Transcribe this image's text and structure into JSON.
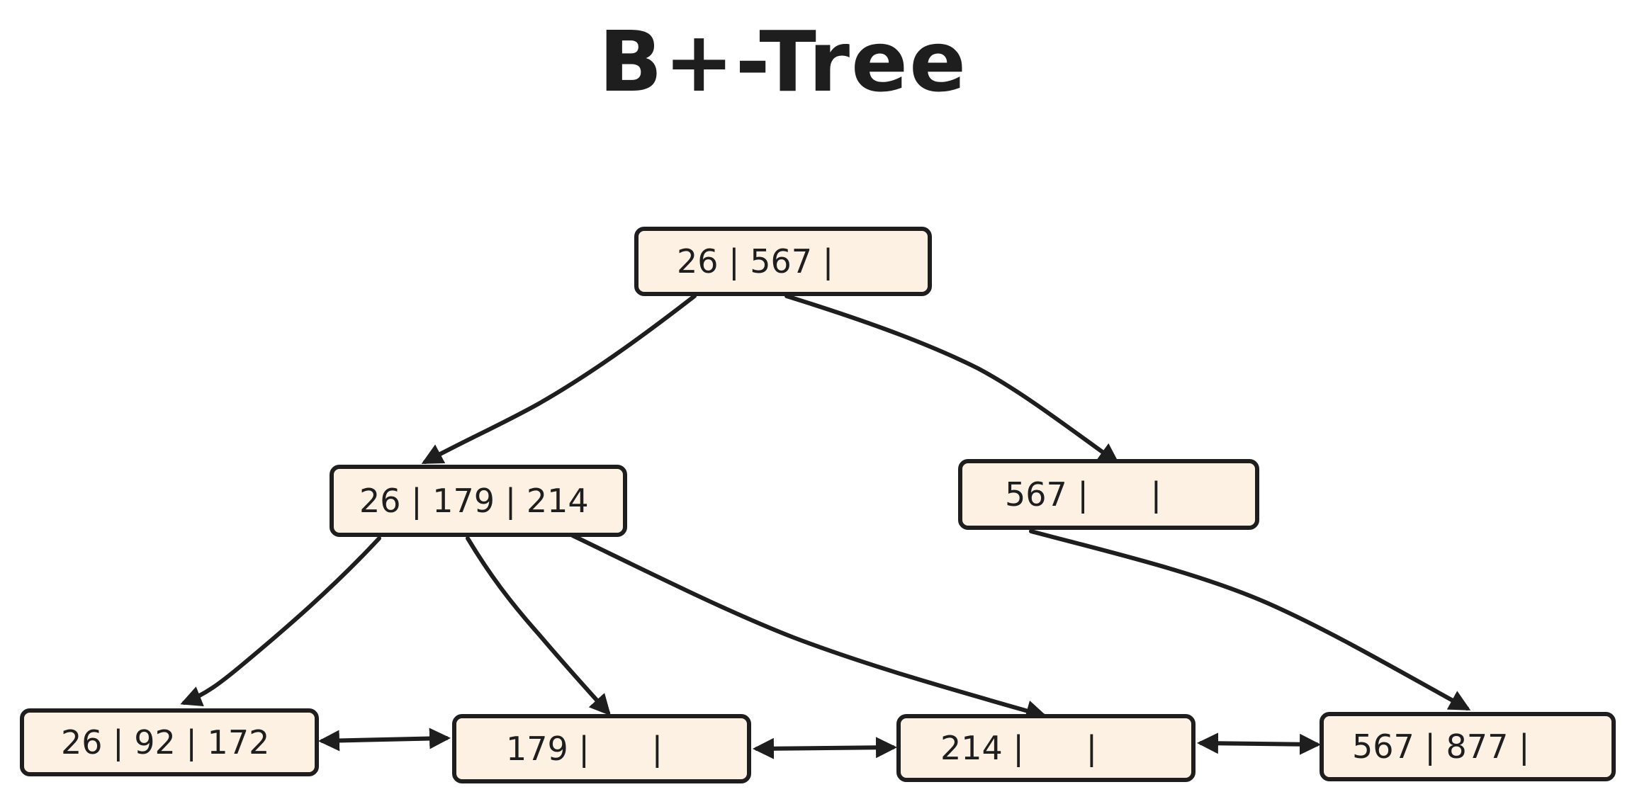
{
  "title": "B+-Tree",
  "colors": {
    "node_fill": "#fdf1e3",
    "stroke": "#1e1e1e"
  },
  "nodes": {
    "root": {
      "label": "26 | 567 |"
    },
    "internal_left": {
      "label": "26 | 179 | 214"
    },
    "internal_right": {
      "label": "567 |      |"
    },
    "leaf_1": {
      "label": "26 | 92 | 172"
    },
    "leaf_2": {
      "label": "179 |      |"
    },
    "leaf_3": {
      "label": "214 |      |"
    },
    "leaf_4": {
      "label": "567 | 877 |"
    }
  }
}
